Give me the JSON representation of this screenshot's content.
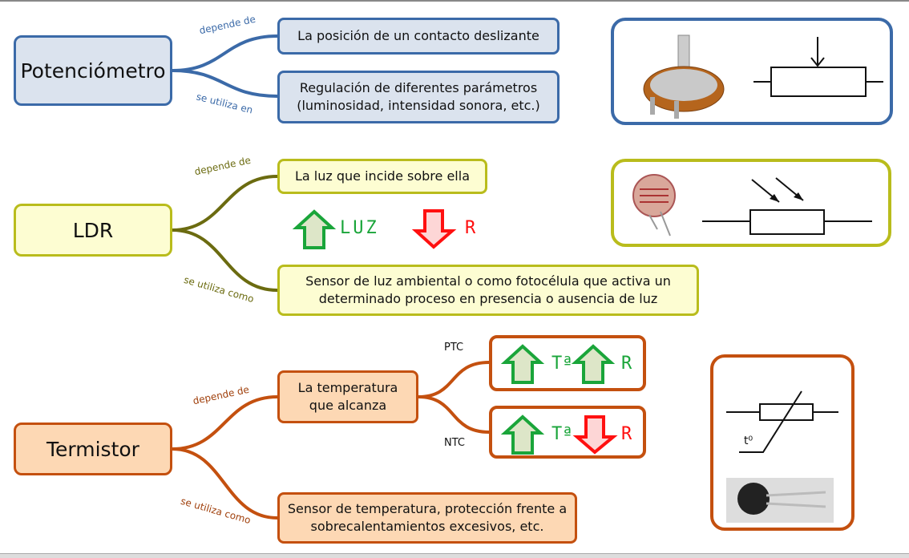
{
  "potenciometro": {
    "title": "Potenciómetro",
    "label_depende": "depende de",
    "label_utiliza": "se utiliza en",
    "depende": "La posición de un contacto deslizante",
    "utiliza_line1": "Regulación de diferentes parámetros",
    "utiliza_line2": "(luminosidad, intensidad sonora, etc.)"
  },
  "ldr": {
    "title": "LDR",
    "label_depende": "depende de",
    "label_utiliza": "se utiliza como",
    "depende": "La luz que incide sobre ella",
    "luz": "LUZ",
    "r": "R",
    "utiliza_line1": "Sensor de luz ambiental o como fotocélula que activa un",
    "utiliza_line2": "determinado proceso en presencia o ausencia de luz"
  },
  "termistor": {
    "title": "Termistor",
    "label_depende": "depende de",
    "label_utiliza": "se utiliza como",
    "depende_line1": "La temperatura",
    "depende_line2": "que alcanza",
    "ptc": "PTC",
    "ntc": "NTC",
    "temp": "Tª",
    "r": "R",
    "t0": "t⁰",
    "utiliza_line1": "Sensor de temperatura, protección frente a",
    "utiliza_line2": "sobrecalentamientos excesivos, etc."
  },
  "colors": {
    "blue": "#3b6aa8",
    "yellow": "#b9bc1c",
    "olive": "#6b6b10",
    "orange": "#c4500f",
    "green": "#1aa53a",
    "red": "#ff1010"
  }
}
